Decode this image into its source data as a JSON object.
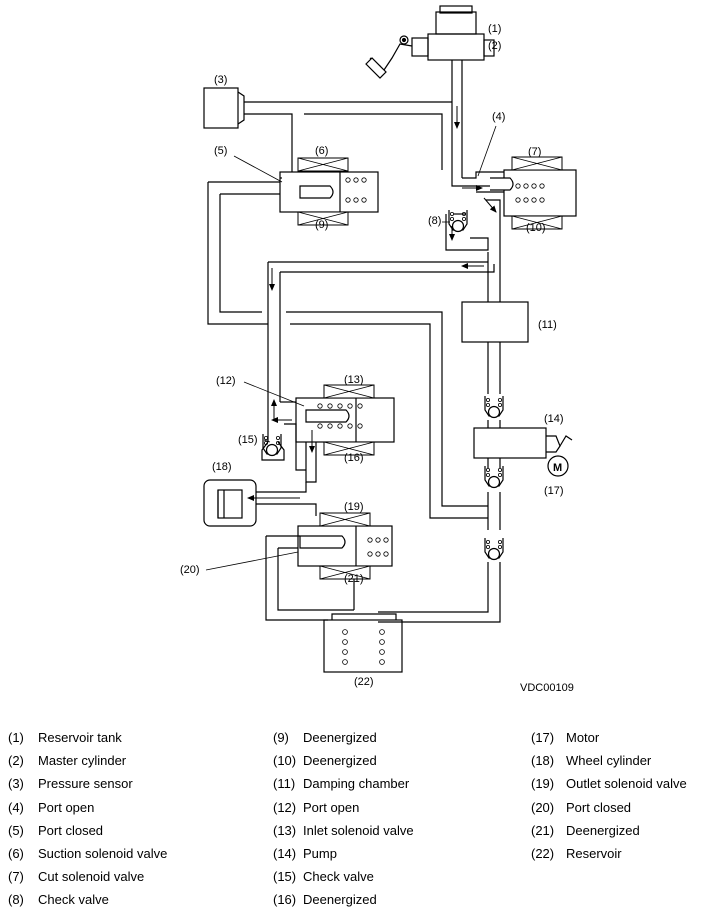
{
  "diagram": {
    "code": "VDC00109",
    "callouts": [
      "(1)",
      "(2)",
      "(3)",
      "(4)",
      "(5)",
      "(6)",
      "(7)",
      "(8)",
      "(9)",
      "(10)",
      "(11)",
      "(12)",
      "(13)",
      "(14)",
      "(15)",
      "(16)",
      "(17)",
      "(18)",
      "(19)",
      "(20)",
      "(21)",
      "(22)"
    ],
    "motor_symbol": "M"
  },
  "legend": {
    "col1": [
      {
        "num": "(1)",
        "text": "Reservoir tank"
      },
      {
        "num": "(2)",
        "text": "Master cylinder"
      },
      {
        "num": "(3)",
        "text": "Pressure sensor"
      },
      {
        "num": "(4)",
        "text": "Port open"
      },
      {
        "num": "(5)",
        "text": "Port closed"
      },
      {
        "num": "(6)",
        "text": "Suction solenoid valve"
      },
      {
        "num": "(7)",
        "text": "Cut solenoid valve"
      },
      {
        "num": "(8)",
        "text": "Check valve"
      }
    ],
    "col2": [
      {
        "num": "(9)",
        "text": "Deenergized"
      },
      {
        "num": "(10)",
        "text": "Deenergized"
      },
      {
        "num": "(11)",
        "text": "Damping chamber"
      },
      {
        "num": "(12)",
        "text": "Port open"
      },
      {
        "num": "(13)",
        "text": "Inlet solenoid valve"
      },
      {
        "num": "(14)",
        "text": "Pump"
      },
      {
        "num": "(15)",
        "text": "Check valve"
      },
      {
        "num": "(16)",
        "text": "Deenergized"
      }
    ],
    "col3": [
      {
        "num": "(17)",
        "text": "Motor"
      },
      {
        "num": "(18)",
        "text": "Wheel cylinder"
      },
      {
        "num": "(19)",
        "text": "Outlet solenoid valve"
      },
      {
        "num": "(20)",
        "text": "Port closed"
      },
      {
        "num": "(21)",
        "text": "Deenergized"
      },
      {
        "num": "(22)",
        "text": "Reservoir"
      }
    ]
  }
}
